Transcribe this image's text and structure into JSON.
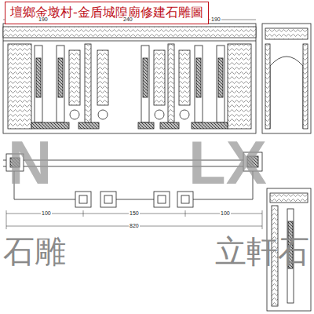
{
  "diagram": {
    "title": "壇鄉金墩村-金盾城隍廟修建石雕圖",
    "labels": [
      "190",
      "240",
      "190",
      "100",
      "150",
      "100",
      "820",
      "N",
      "LX",
      "石雕",
      "立軒石"
    ]
  }
}
